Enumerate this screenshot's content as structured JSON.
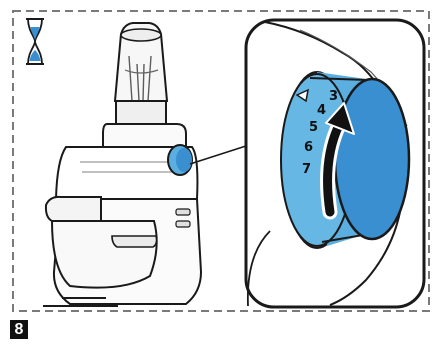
{
  "illustration": {
    "hourglass_icon": "hourglass-icon",
    "accent_color": "#3a8fd0",
    "dial_color": "#5aaee0",
    "dial_numbers": [
      "3",
      "4",
      "5",
      "6",
      "7"
    ]
  },
  "step": {
    "number": "8"
  }
}
